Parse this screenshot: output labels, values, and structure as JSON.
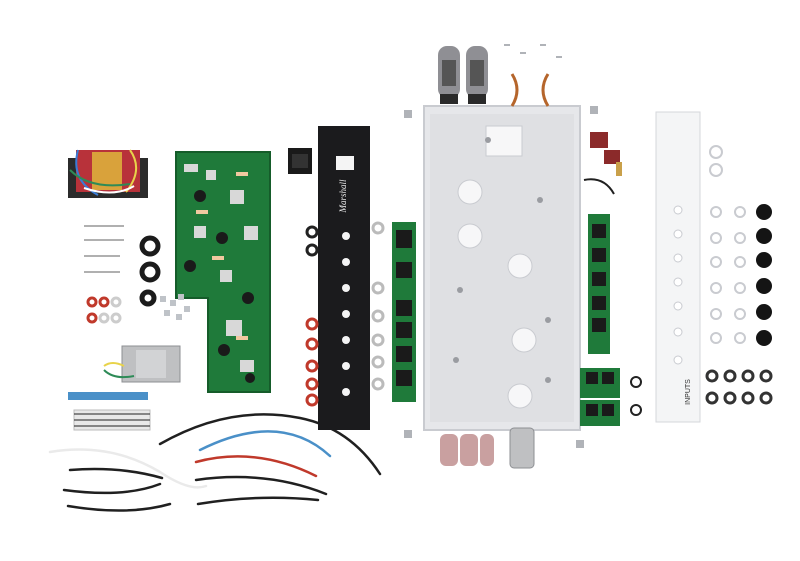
{
  "image": {
    "subject": "amplifier-kit-exploded-view",
    "background": "#ffffff"
  },
  "front_panel": {
    "brand": "Marshall"
  },
  "rear_panel": {
    "label": "INPUTS"
  },
  "colors": {
    "pcb_green": "#1f7a3a",
    "pcb_green_dark": "#155c2a",
    "chassis": "#e6e7ea",
    "chassis_shadow": "#c9cbd0",
    "panel_black": "#1b1b1d",
    "panel_white": "#f4f5f6",
    "tube_glass": "#8f8f94",
    "wire_red": "#c0392b",
    "wire_blue": "#4a90c8",
    "wire_white": "#eaeaea",
    "wire_black": "#202020",
    "knob_black": "#141414",
    "copper": "#b5652b"
  }
}
